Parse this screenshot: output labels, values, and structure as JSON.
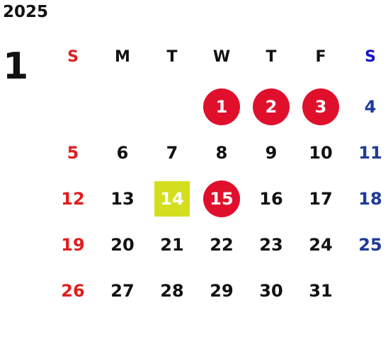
{
  "header": {
    "year": "2025",
    "month": "1"
  },
  "weekdays": [
    "S",
    "M",
    "T",
    "W",
    "T",
    "F",
    "S"
  ],
  "colors": {
    "sunday": "#e01e1e",
    "saturday_header": "#1414c8",
    "saturday_date": "#1e3c96",
    "holiday_circle": "#e0102c",
    "today_highlight": "#d4de1e"
  },
  "weeks": [
    [
      "",
      "",
      "",
      "1",
      "2",
      "3",
      "4"
    ],
    [
      "5",
      "6",
      "7",
      "8",
      "9",
      "10",
      "11"
    ],
    [
      "12",
      "13",
      "14",
      "15",
      "16",
      "17",
      "18"
    ],
    [
      "19",
      "20",
      "21",
      "22",
      "23",
      "24",
      "25"
    ],
    [
      "26",
      "27",
      "28",
      "29",
      "30",
      "31",
      ""
    ]
  ],
  "holidays": [
    "1",
    "2",
    "3",
    "15"
  ],
  "today": "14"
}
